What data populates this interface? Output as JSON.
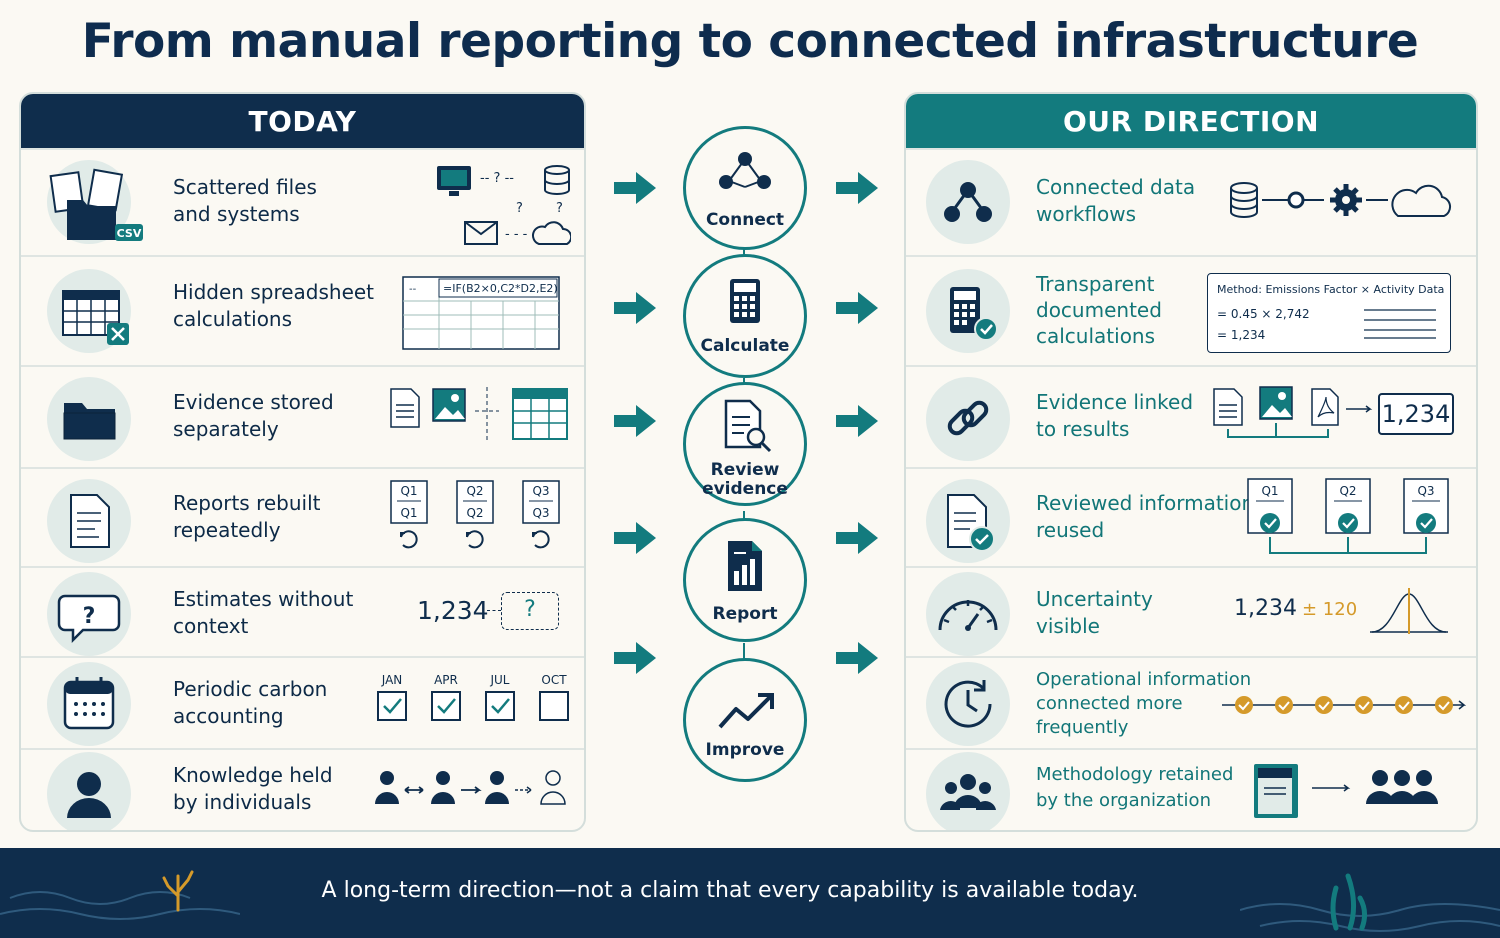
{
  "title": "From manual reporting to connected infrastructure",
  "today": {
    "heading": "TODAY",
    "rows": [
      {
        "l1": "Scattered files",
        "l2": "and systems",
        "badge": "CSV"
      },
      {
        "l1": "Hidden spreadsheet",
        "l2": "calculations",
        "formula": "=IF(B2×0,C2*D2,E2)"
      },
      {
        "l1": "Evidence stored",
        "l2": "separately"
      },
      {
        "l1": "Reports rebuilt",
        "l2": "repeatedly",
        "quarters": [
          "Q1",
          "Q2",
          "Q3"
        ]
      },
      {
        "l1": "Estimates without",
        "l2": "context",
        "value": "1,234",
        "unknown": "?"
      },
      {
        "l1": "Periodic carbon",
        "l2": "accounting",
        "months": [
          "JAN",
          "APR",
          "JUL",
          "OCT"
        ]
      },
      {
        "l1": "Knowledge held",
        "l2": "by individuals"
      }
    ]
  },
  "flow": {
    "nodes": [
      {
        "l1": "Connect",
        "l2": ""
      },
      {
        "l1": "Calculate",
        "l2": ""
      },
      {
        "l1": "Review",
        "l2": "evidence"
      },
      {
        "l1": "Report",
        "l2": ""
      },
      {
        "l1": "Improve",
        "l2": ""
      }
    ]
  },
  "direction": {
    "heading": "OUR DIRECTION",
    "rows": [
      {
        "l1": "Connected data",
        "l2": "workflows"
      },
      {
        "l1": "Transparent",
        "l2": "documented",
        "l3": "calculations",
        "method": "Method: Emissions Factor × Activity Data",
        "calc1": "= 0.45 × 2,742",
        "calc2": "= 1,234"
      },
      {
        "l1": "Evidence linked",
        "l2": "to results",
        "value": "1,234"
      },
      {
        "l1": "Reviewed information",
        "l2": "reused",
        "quarters": [
          "Q1",
          "Q2",
          "Q3"
        ]
      },
      {
        "l1": "Uncertainty",
        "l2": "visible",
        "value": "1,234",
        "range": "± 120"
      },
      {
        "l1": "Operational information",
        "l2": "connected more",
        "l3": "frequently"
      },
      {
        "l1": "Methodology retained",
        "l2": "by the organization"
      }
    ]
  },
  "footer": "A long-term direction—not a claim that every capability is available today.",
  "colors": {
    "navy": "#0f2d4c",
    "teal": "#137b7e",
    "gold": "#d59a2a",
    "circle": "#e1ebe8"
  }
}
